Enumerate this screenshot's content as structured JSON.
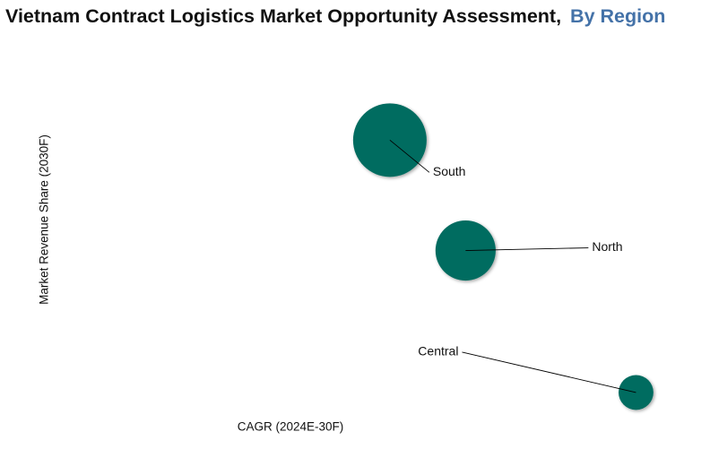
{
  "title": {
    "main": "Vietnam Contract Logistics Market Opportunity Assessment,",
    "sub": "By Region"
  },
  "colors": {
    "bubble": "#006c60",
    "title": "#111111",
    "subtitle": "#4472a8",
    "leader_line": "#000000"
  },
  "chart_data": {
    "type": "scatter",
    "title": "Vietnam Contract Logistics Market Opportunity Assessment, By Region",
    "xlabel": "CAGR (2024E-30F)",
    "ylabel": "Market Revenue Share (2030F)",
    "grid": false,
    "axes_visible": false,
    "series": [
      {
        "points": [
          {
            "label": "South",
            "x": 0.46,
            "y": 0.84,
            "size": 1.0
          },
          {
            "label": "North",
            "x": 0.62,
            "y": 0.49,
            "size": 0.6
          },
          {
            "label": "Central",
            "x": 0.98,
            "y": 0.04,
            "size": 0.12
          }
        ]
      }
    ]
  }
}
